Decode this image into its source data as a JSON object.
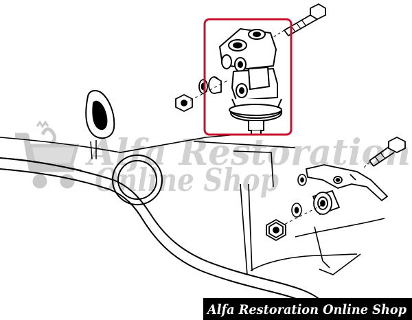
{
  "watermark": {
    "line1": "Alfa Restoration",
    "line2": "Online Shop",
    "logo_icon": "cart-with-biscione-icon"
  },
  "footer": {
    "text": "Alfa Restoration Online Shop"
  },
  "highlight": {
    "color": "#c8102e",
    "target": "brake-pressure-regulator-valve"
  },
  "colors": {
    "line_art": "#000000",
    "watermark": "#c9c9c9",
    "footer_bg": "#000000",
    "footer_text": "#ffffff"
  }
}
